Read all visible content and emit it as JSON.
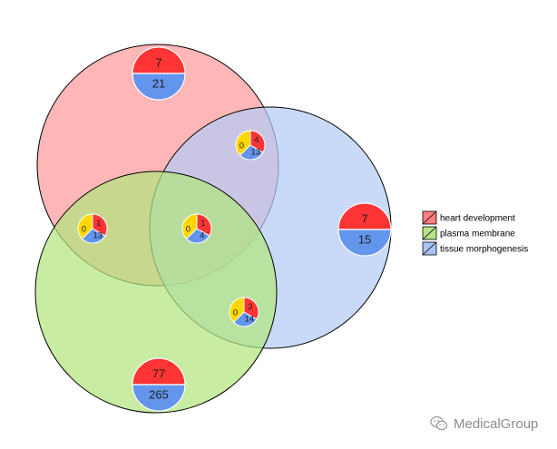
{
  "legend": [
    {
      "label": "heart development",
      "color": "#ff7f7f"
    },
    {
      "label": "plasma membrane",
      "color": "#b6e388"
    },
    {
      "label": "tissue morphogenesis",
      "color": "#a9c3f2"
    }
  ],
  "sets": [
    {
      "key": "heart_development",
      "fill": "#ff9a9a"
    },
    {
      "key": "tissue_morphogenesis",
      "fill": "#b3ccf5"
    },
    {
      "key": "plasma_membrane",
      "fill": "#b2e57e"
    }
  ],
  "pie_colors": {
    "up": "#ff3434",
    "down": "#6495ed",
    "mixed": "#ffd700"
  },
  "regions": [
    {
      "key": "heart_only",
      "up": "7",
      "down": "21"
    },
    {
      "key": "tissue_only",
      "up": "7",
      "down": "15"
    },
    {
      "key": "membrane_only",
      "up": "77",
      "down": "265"
    },
    {
      "key": "heart_tissue",
      "up": "4",
      "down": "13",
      "mixed": "0"
    },
    {
      "key": "heart_membrane",
      "up": "1",
      "down": "13",
      "mixed": "0"
    },
    {
      "key": "all_three",
      "up": "1",
      "down": "4",
      "mixed": "0"
    },
    {
      "key": "tissue_membrane",
      "up": "3",
      "down": "14",
      "mixed": "0"
    }
  ],
  "watermark": {
    "text": "MedicalGroup"
  }
}
